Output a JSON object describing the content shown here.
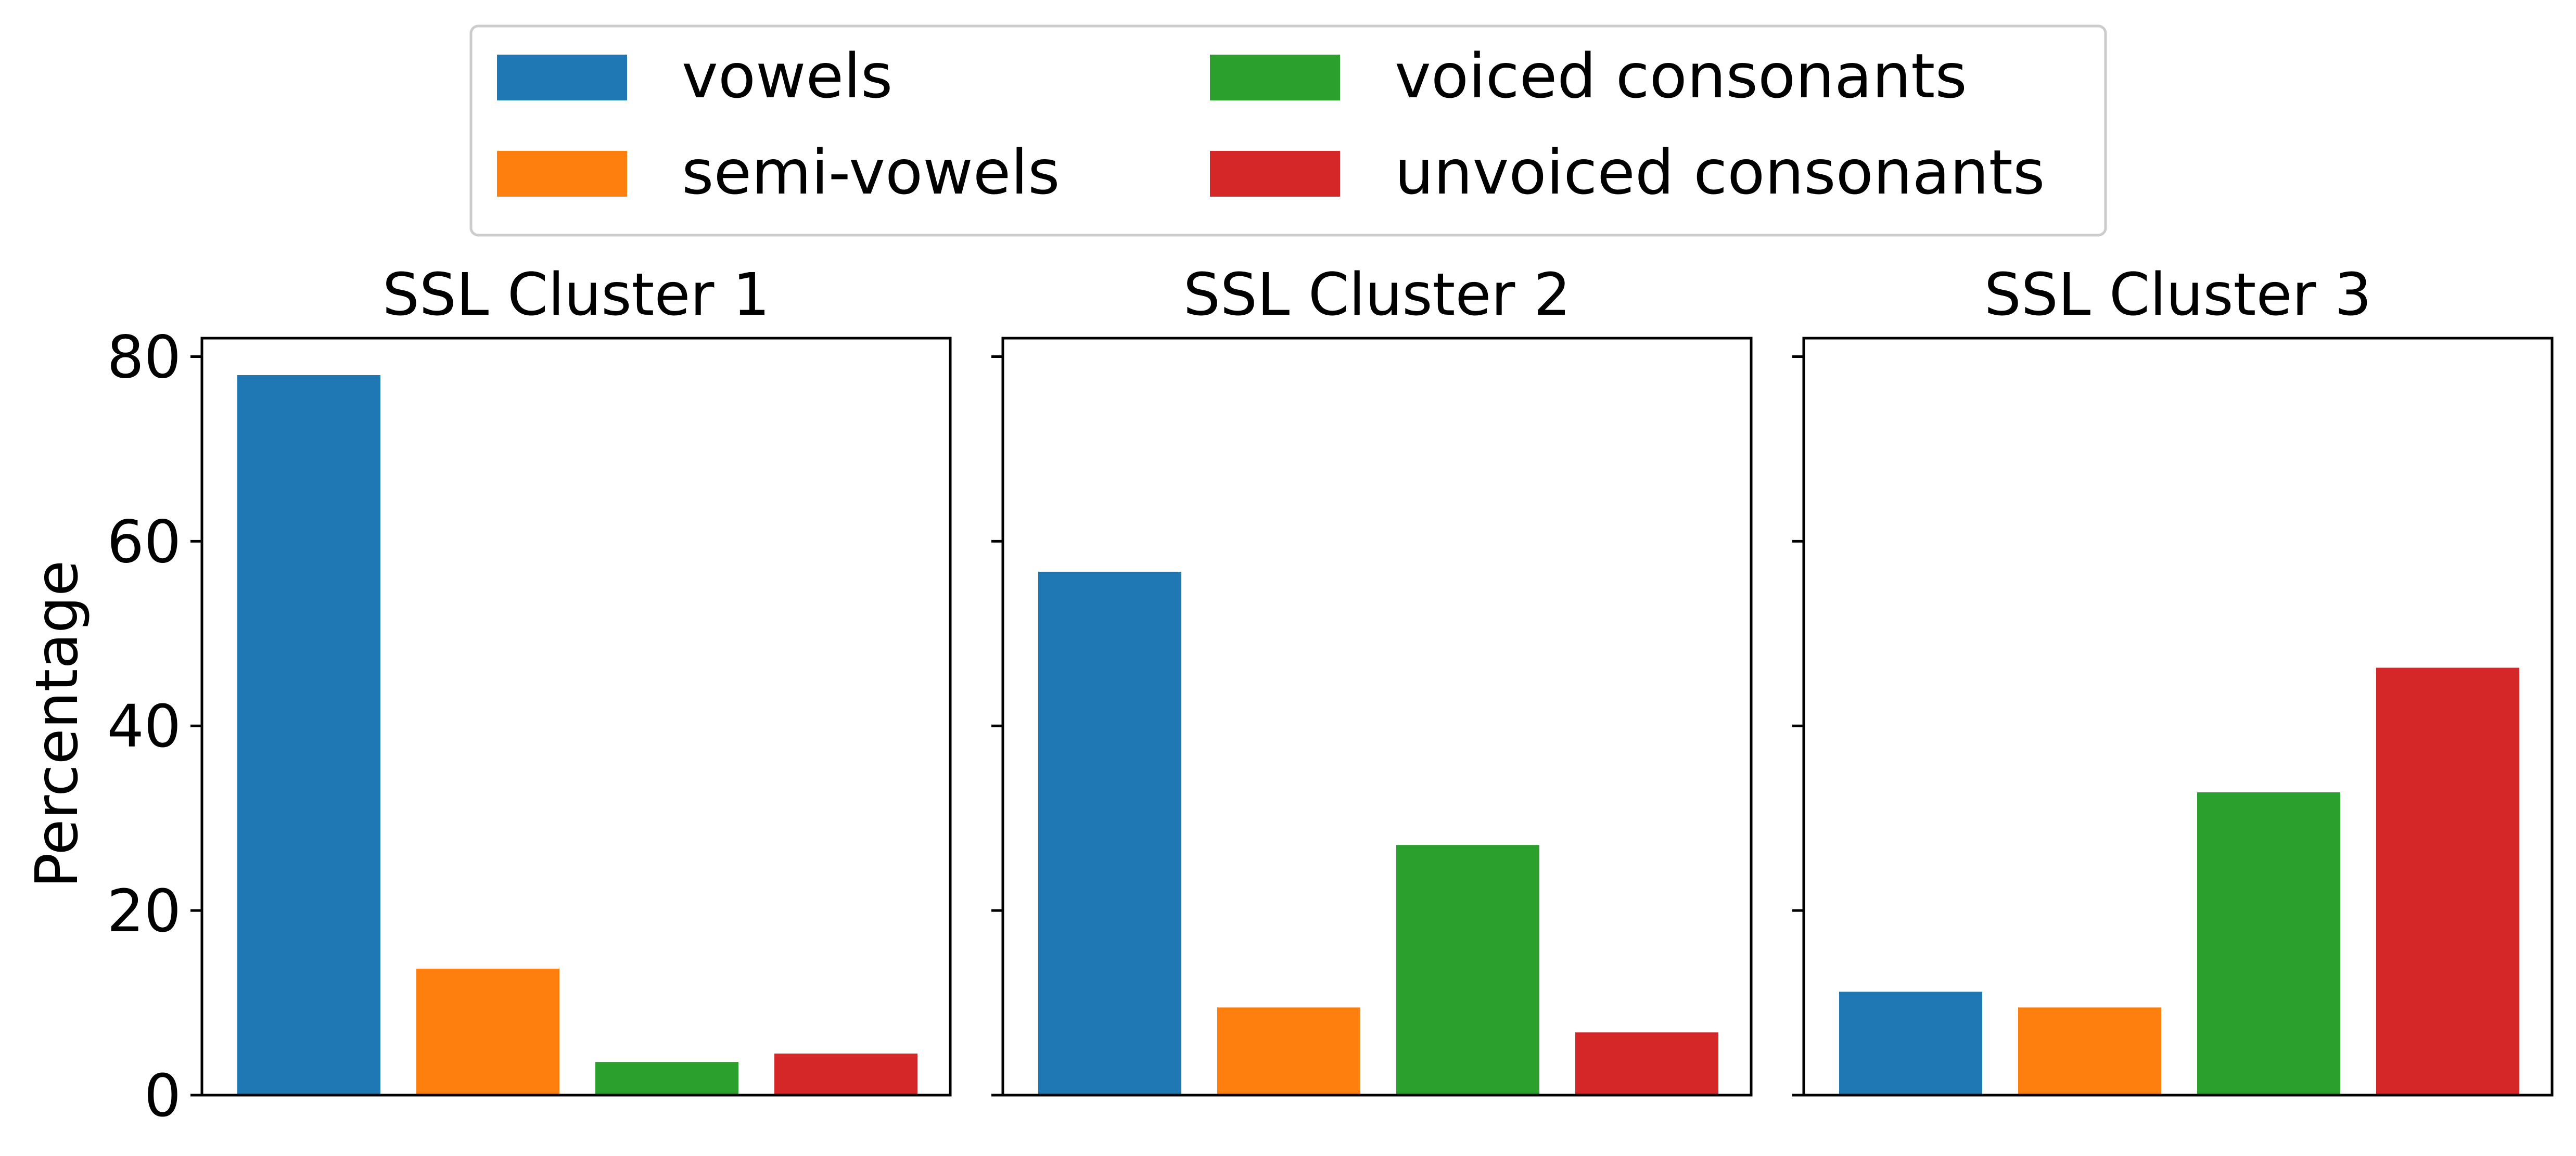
{
  "chart_data": {
    "type": "bar",
    "ylabel": "Percentage",
    "ylim": [
      0,
      82
    ],
    "yticks": [
      0,
      20,
      40,
      60,
      80
    ],
    "grid": false,
    "legend_placement": "top-center",
    "categories": [
      "vowels",
      "semi-vowels",
      "voiced consonants",
      "unvoiced consonants"
    ],
    "colors": [
      "#1f77b4",
      "#ff7f0e",
      "#2ca02c",
      "#d62728"
    ],
    "panels": [
      {
        "title": "SSL Cluster 1",
        "values": [
          78.0,
          13.7,
          3.6,
          4.5
        ]
      },
      {
        "title": "SSL Cluster 2",
        "values": [
          56.7,
          9.5,
          27.1,
          6.8
        ]
      },
      {
        "title": "SSL Cluster 3",
        "values": [
          11.2,
          9.5,
          32.8,
          46.3
        ]
      }
    ]
  }
}
